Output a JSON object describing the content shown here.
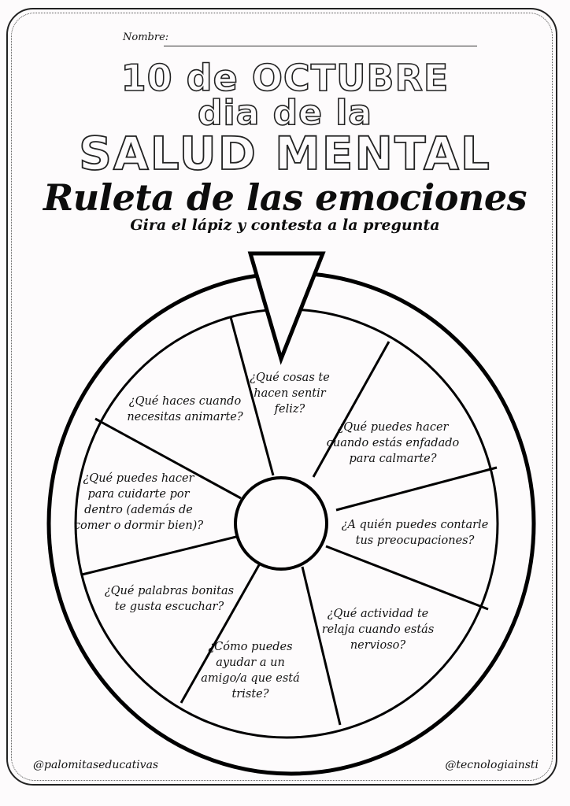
{
  "worksheet": {
    "name_label": "Nombre:",
    "title_line1": "10 de OCTUBRE",
    "title_line2": "dia de la",
    "title_line3": "SALUD MENTAL",
    "main_title": "Ruleta de las emociones",
    "instruction": "Gira el lápiz y contesta a la pregunta"
  },
  "wheel": {
    "segments": [
      {
        "lines": [
          "¿Qué cosas te",
          "hacen sentir",
          "feliz?"
        ]
      },
      {
        "lines": [
          "¿Qué puedes hacer",
          "cuando estás enfadado",
          "para calmarte?"
        ]
      },
      {
        "lines": [
          "¿A quién puedes contarle",
          "tus preocupaciones?"
        ]
      },
      {
        "lines": [
          "¿Qué actividad te",
          "relaja cuando estás",
          "nervioso?"
        ]
      },
      {
        "lines": [
          "¿Cómo puedes",
          "ayudar a un",
          "amigo/a que está",
          "triste?"
        ]
      },
      {
        "lines": [
          "¿Qué palabras bonitas",
          "te gusta escuchar?"
        ]
      },
      {
        "lines": [
          "¿Qué puedes hacer",
          "para cuidarte por",
          "dentro (además de",
          "comer o dormir bien)?"
        ]
      },
      {
        "lines": [
          "¿Qué haces cuando",
          "necesitas animarte?"
        ]
      }
    ]
  },
  "footer": {
    "left_handle": "@palomitaseducativas",
    "right_handle": "@tecnologiainsti"
  }
}
